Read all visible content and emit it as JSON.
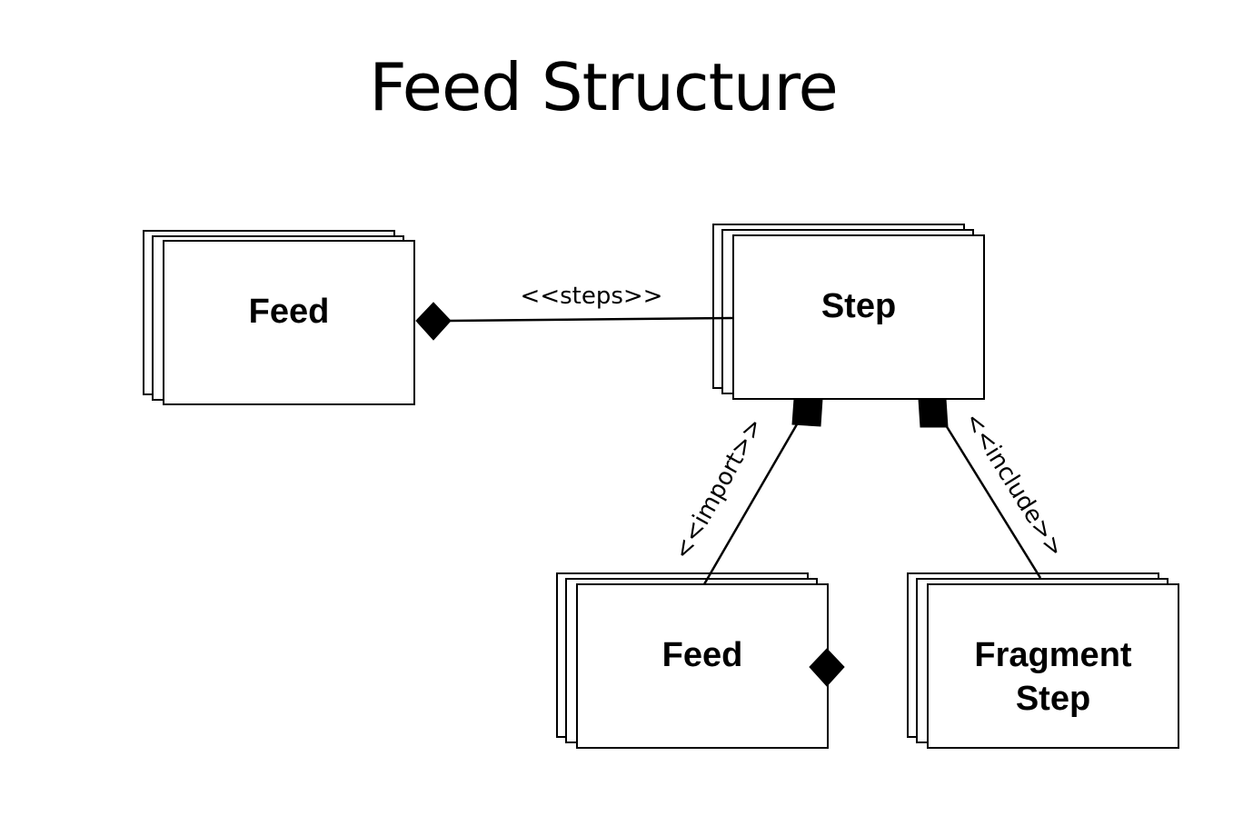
{
  "title": "Feed Structure",
  "nodes": {
    "feed_top": {
      "label": "Feed"
    },
    "step": {
      "label": "Step"
    },
    "feed_bottom": {
      "label": "Feed"
    },
    "fragment_step": {
      "label_line1": "Fragment",
      "label_line2": "Step"
    }
  },
  "edges": {
    "steps": {
      "label": "<<steps>>"
    },
    "import": {
      "label": "<<import>>"
    },
    "include": {
      "label": "<<include>>"
    }
  }
}
